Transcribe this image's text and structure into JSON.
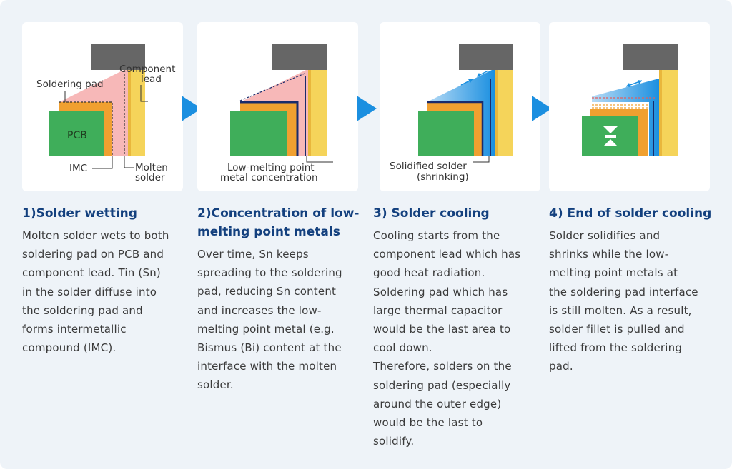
{
  "colors": {
    "title": "#13407e",
    "arrow": "#1b8fe0",
    "pcb": "#3fae5a",
    "pad": "#f0a030",
    "lead": "#f5d45a",
    "component": "#666666",
    "molten": "#f7b8b8",
    "cooling": "#1a8fe0"
  },
  "steps": [
    {
      "title": "1)Solder wetting",
      "body_lines": [
        "Molten solder wets to both",
        "soldering pad on PCB and",
        "component lead. Tin (Sn)",
        "in the solder diffuse into",
        "the soldering pad and",
        "forms intermetallic",
        "compound (IMC)."
      ],
      "labels": {
        "component_lead_1": "Component",
        "component_lead_2": "lead",
        "soldering_pad": "Soldering pad",
        "pcb": "PCB",
        "imc": "IMC",
        "molten_1": "Molten",
        "molten_2": "solder"
      }
    },
    {
      "title_lines": [
        "2)Concentration of low-",
        "melting point metals"
      ],
      "body_lines": [
        "Over time, Sn keeps",
        "spreading to the soldering",
        "pad, reducing Sn content",
        "and increases the low-",
        "melting point metal (e.g.",
        "Bismus (Bi) content at the",
        "interface with the molten",
        "solder."
      ],
      "labels": {
        "concentration_1": "Low-melting point",
        "concentration_2": "metal concentration"
      }
    },
    {
      "title": "3) Solder cooling",
      "body_lines": [
        "Cooling starts from the",
        "component lead which has",
        "good heat radiation.",
        "Soldering pad which has",
        "large thermal capacitor",
        "would be the last area to",
        "cool down.",
        "Therefore, solders on the",
        "soldering pad (especially",
        "around the outer edge)",
        "would be the last to",
        "solidify."
      ],
      "labels": {
        "solidified_1": "Solidified solder",
        "solidified_2": "(shrinking)"
      }
    },
    {
      "title": "4) End of solder cooling",
      "body_lines": [
        "Solder solidifies and",
        "shrinks while the low-",
        "melting point metals at",
        "the soldering pad interface",
        "is still molten. As a result,",
        "solder fillet is pulled and",
        "lifted from the soldering",
        "pad."
      ]
    }
  ]
}
